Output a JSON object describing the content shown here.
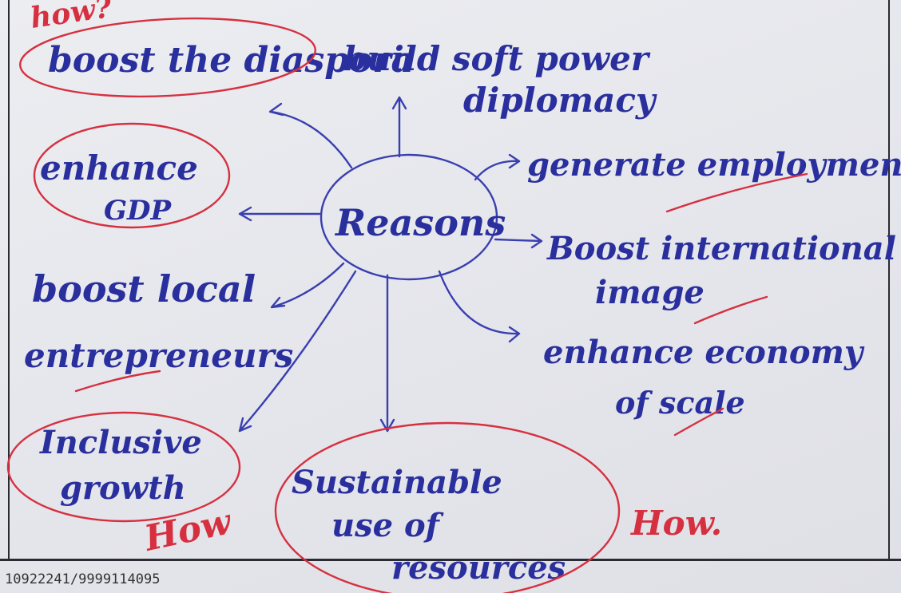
{
  "sheet": {
    "center": "Reasons",
    "branches": {
      "b1": "boost the diaspora",
      "b2a": "build soft power",
      "b2b": "diplomacy",
      "b3": "generate employment",
      "b4a": "enhance",
      "b4b": "GDP",
      "b5a": "Boost international",
      "b5b": "image",
      "b6a": "boost local",
      "b6b": "entrepreneurs",
      "b7a": "enhance economy",
      "b7b": "of scale",
      "b8a": "Inclusive",
      "b8b": "growth",
      "b9a": "Sustainable",
      "b9b": "use of",
      "b9c": "resources"
    },
    "annotations": {
      "how_top": "how?",
      "how_growth": "How",
      "how_right": "How."
    }
  },
  "footer": {
    "id_text": "10922241/9999114095"
  },
  "colors": {
    "ink_blue": "#2a2f9e",
    "ink_red": "#d63040",
    "paper": "#e6e7ec"
  }
}
